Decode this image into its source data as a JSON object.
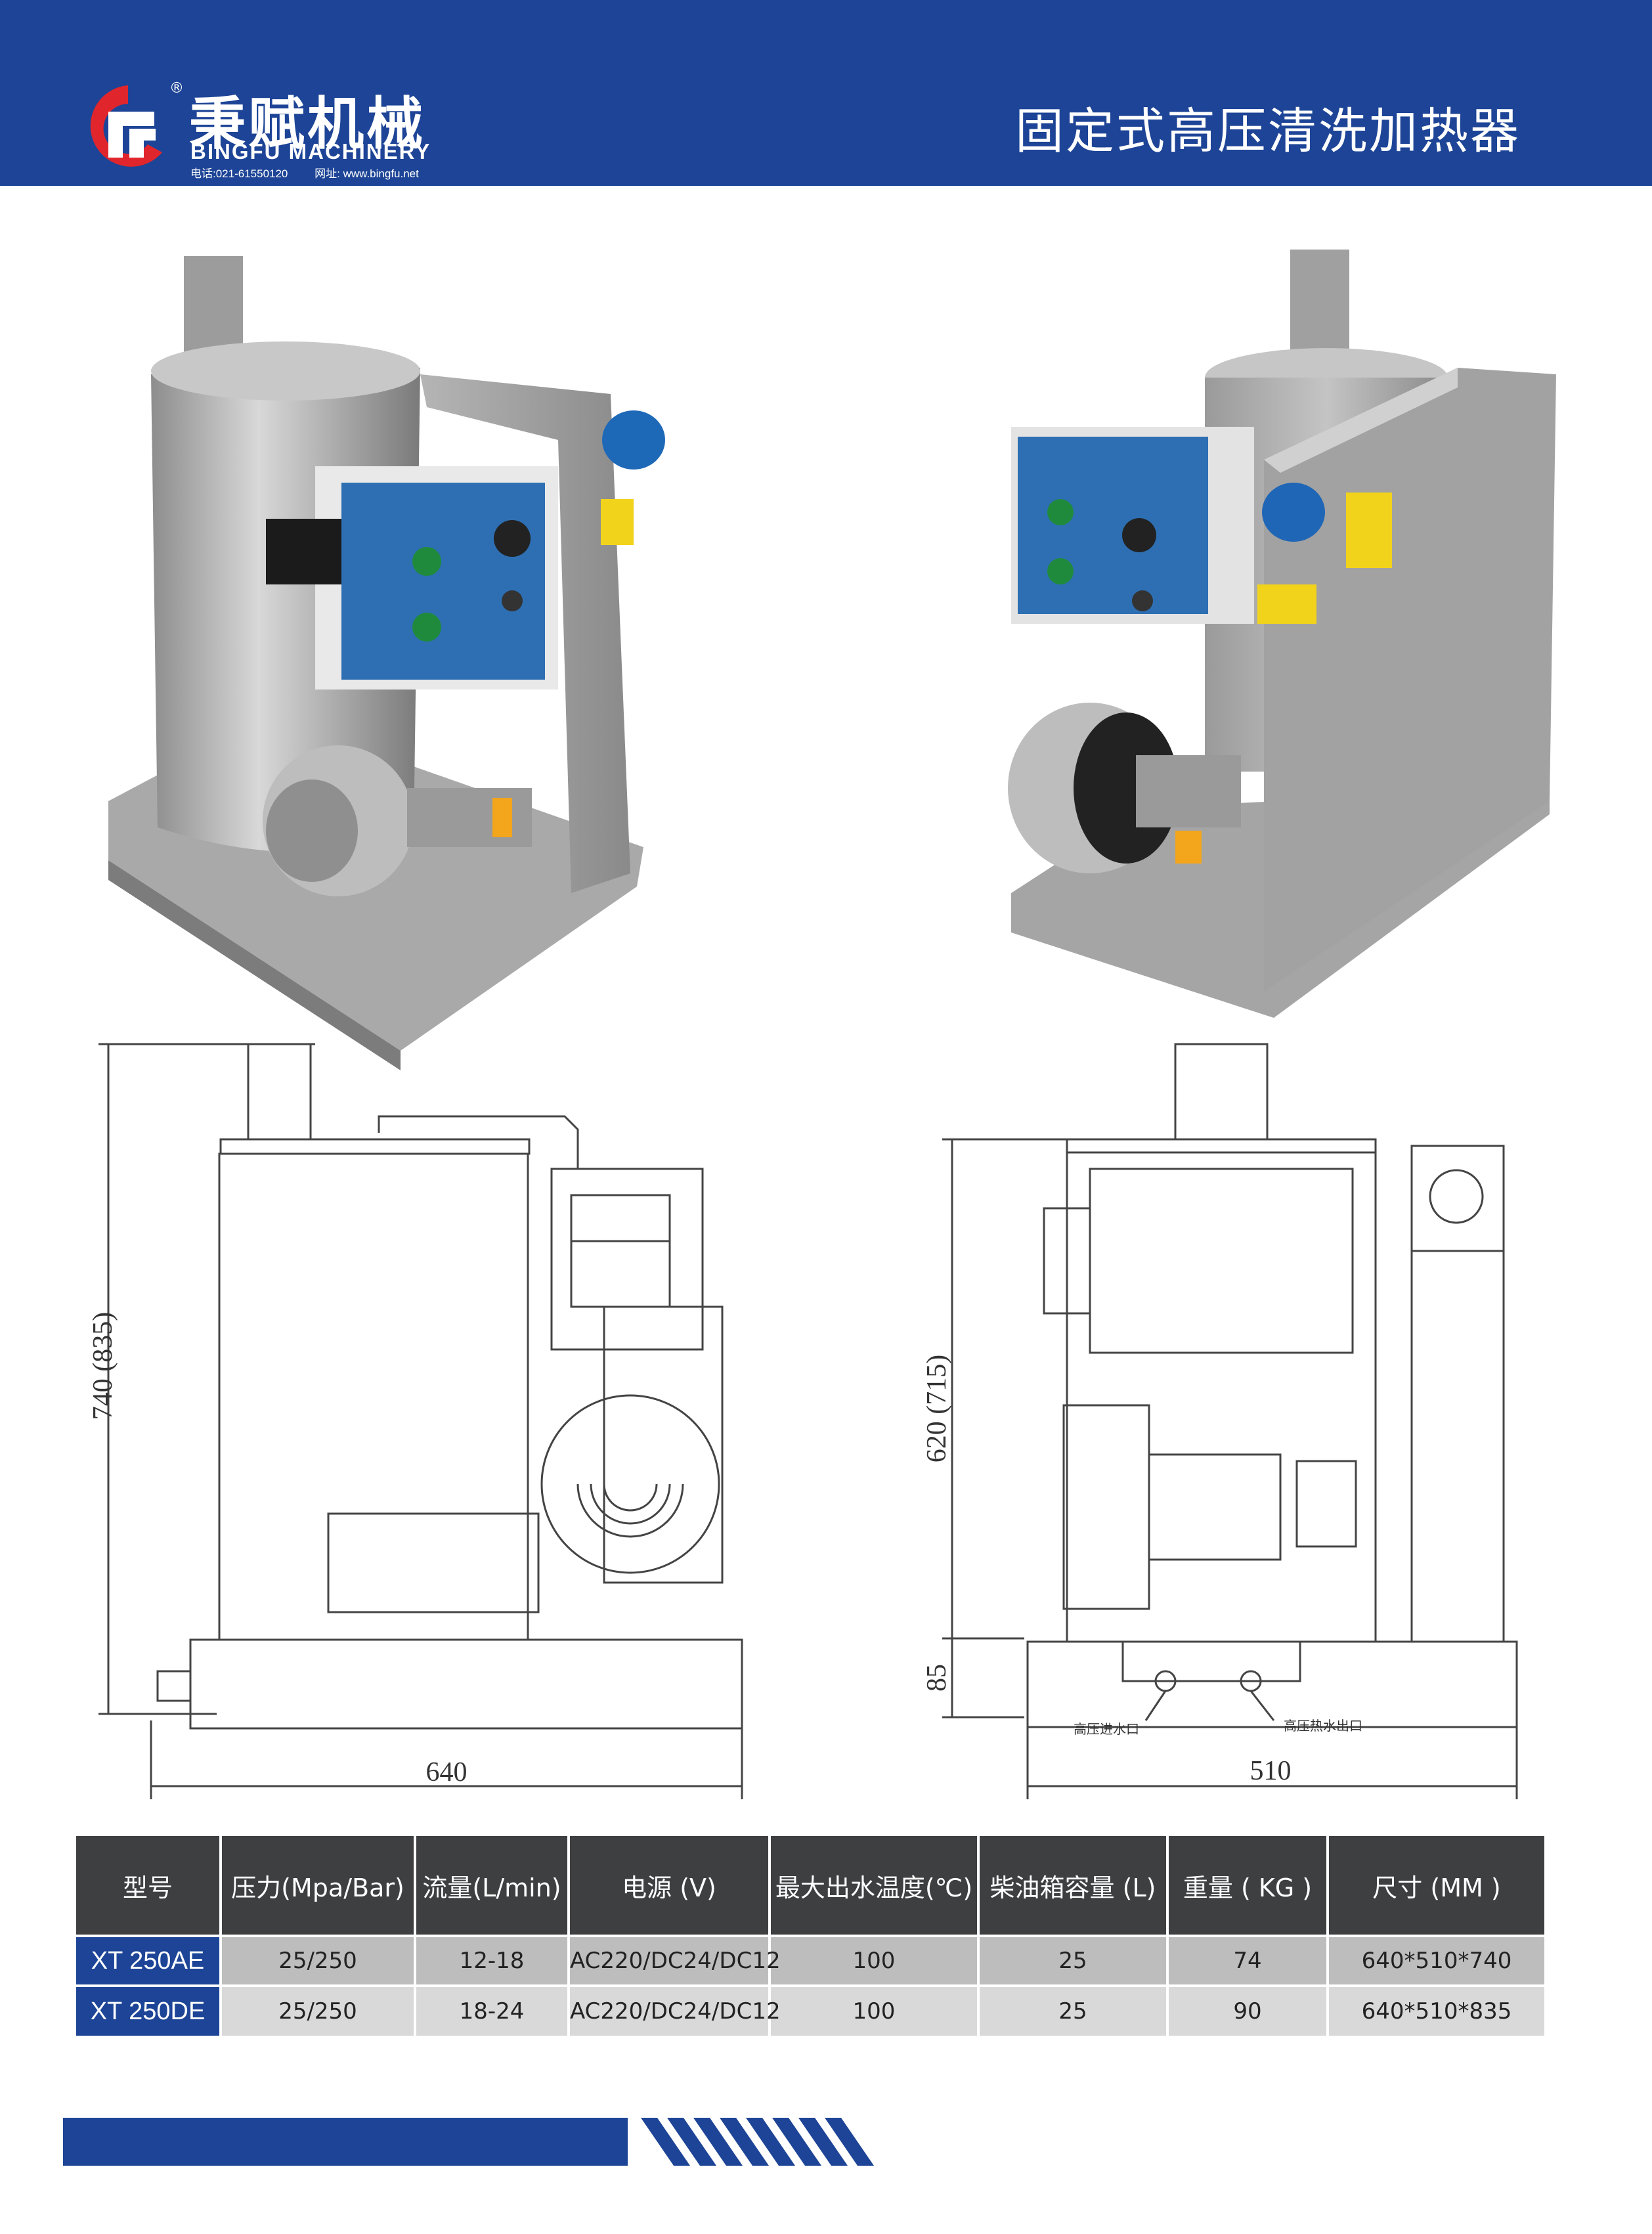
{
  "header": {
    "brand_cn": "秉赋机械",
    "brand_reg": "®",
    "brand_en": "BINGFU MACHINERY",
    "phone": "电话:021-61550120",
    "website": "网址: www.bingfu.net",
    "title": "固定式高压清洗加热器"
  },
  "colors": {
    "brand_blue": "#1d4496",
    "table_header": "#3e3f41",
    "row1": "#bdbdbd",
    "row2": "#d9d9d9",
    "logo_red": "#e0262c"
  },
  "drawings": {
    "left": {
      "height_label": "740 (835)",
      "width_label": "640"
    },
    "right": {
      "height_label": "620 (715)",
      "base_label": "85",
      "width_label": "510",
      "inlet_label": "高压进水口",
      "outlet_label": "高压热水出口"
    }
  },
  "table": {
    "headers": [
      "型号",
      "压力(Mpa/Bar)",
      "流量(L/min)",
      "电源 (V)",
      "最大出水温度(℃)",
      "柴油箱容量 (L)",
      "重量 ( KG )",
      "尺寸 (MM )"
    ],
    "rows": [
      [
        "XT 250AE",
        "25/250",
        "12-18",
        "AC220/DC24/DC12",
        "100",
        "25",
        "74",
        "640*510*740"
      ],
      [
        "XT 250DE",
        "25/250",
        "18-24",
        "AC220/DC24/DC12",
        "100",
        "25",
        "90",
        "640*510*835"
      ]
    ]
  }
}
